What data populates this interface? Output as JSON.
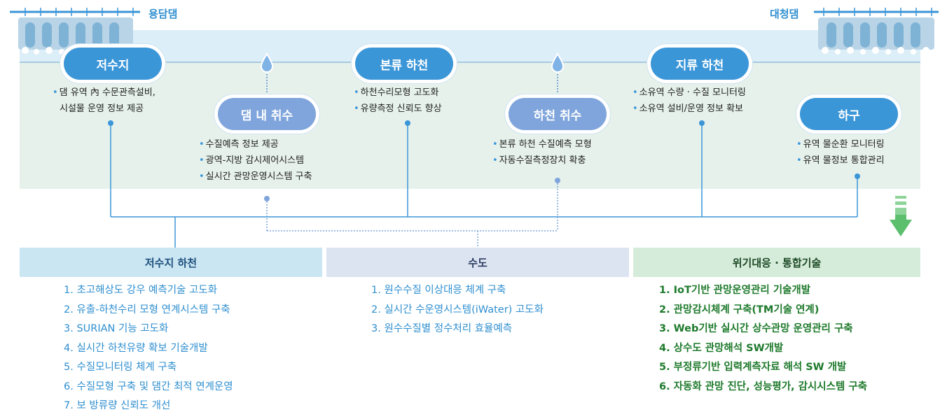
{
  "dams": {
    "left": "용담댐",
    "right": "대청댐"
  },
  "nodes": {
    "reservoir": {
      "label": "저수지",
      "bullets": [
        "댐 유역 內 수문관측설비,",
        "시설물 운영 정보 제공"
      ]
    },
    "dam_intake": {
      "label": "댐 내 취수",
      "bullets": [
        "수질예측 정보 제공",
        "광역-지방 감시제어시스템",
        "실시간 관망운영시스템 구축"
      ]
    },
    "main_river": {
      "label": "본류 하천",
      "bullets": [
        "하천수리모형 고도화",
        "유량측정 신뢰도 향상"
      ]
    },
    "river_intake": {
      "label": "하천 취수",
      "bullets": [
        "본류 하천 수질예측 모형",
        "자동수질측정장치 확충"
      ]
    },
    "tributary": {
      "label": "지류 하천",
      "bullets": [
        "소유역 수량 · 수질 모니터링",
        "소유역 설비/운영 정보 확보"
      ]
    },
    "estuary": {
      "label": "하구",
      "bullets": [
        "유역 물순환 모니터링",
        "유역 물정보 통합관리"
      ]
    }
  },
  "categories": [
    {
      "title": "저수지 하천",
      "items": [
        "1. 초고해상도 강우 예측기술 고도화",
        "2. 유출-하천수리 모형 연계시스템 구축",
        "3. SURIAN 기능 고도화",
        "4. 실시간 하천유량 확보 기술개발",
        "5. 수질모니터링 체계 구축",
        "6. 수질모형 구축 및 댐간 최적 연계운영",
        "7. 보 방류량 신뢰도 개선"
      ]
    },
    {
      "title": "수도",
      "items": [
        "1. 원수수질 이상대응 체계 구축",
        "2. 실시간 수운영시스템(iWater) 고도화",
        "3. 원수수질별 정수처리 효율예측"
      ]
    },
    {
      "title": "위기대응 · 통합기술",
      "items": [
        "1. IoT기반 관망운영관리 기술개발",
        "2. 관망감시체계 구축(TM기술 연계)",
        "3. Web기반 실시간 상수관망 운영관리 구축",
        "4. 상수도 관망해석 SW개발",
        "5. 부정류기반 입력계측자료 해석 SW 개발",
        "6. 자동화 관망 진단, 성능평가, 감시시스템 구축"
      ]
    }
  ],
  "colors": {
    "primary": "#3b96d8",
    "soft": "#7fa5dc",
    "green": "#1e7a2c",
    "line": "#3b96d8"
  }
}
